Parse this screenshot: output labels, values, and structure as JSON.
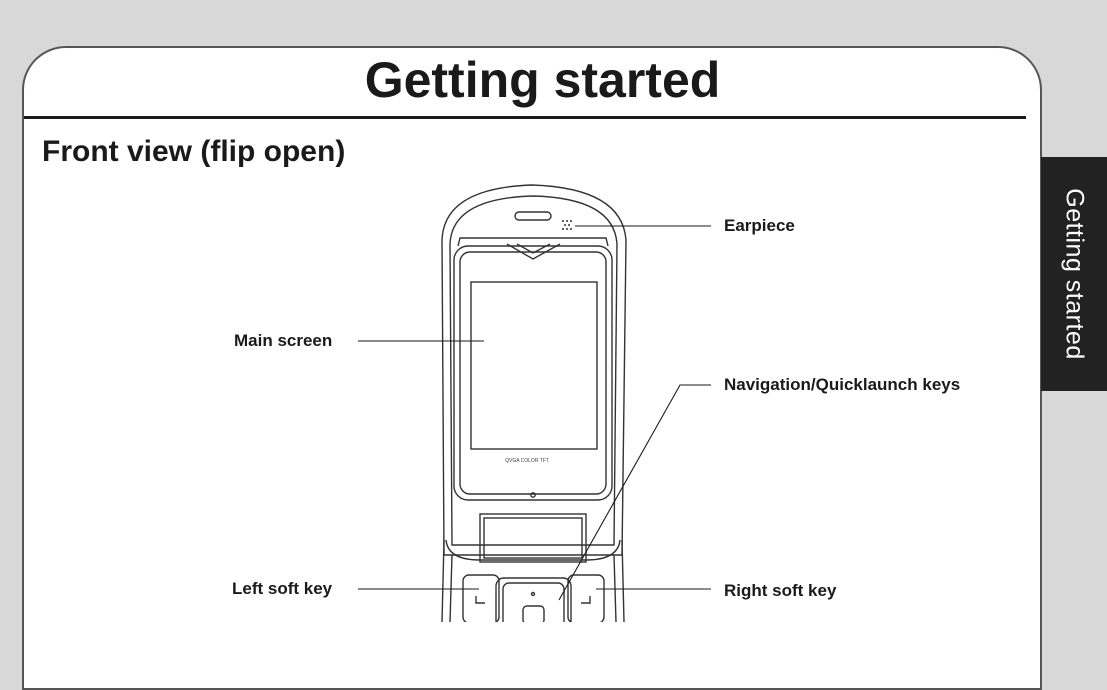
{
  "page": {
    "title": "Getting started",
    "subtitle": "Front view (flip open)",
    "side_tab": "Getting started"
  },
  "phone_screen_text": "QVGA COLOR TFT",
  "callouts": {
    "earpiece": "Earpiece",
    "main_screen": "Main screen",
    "navigation_keys": "Navigation/Quicklaunch keys",
    "left_soft_key": "Left soft key",
    "right_soft_key": "Right soft key"
  },
  "colors": {
    "background": "#d8d8d8",
    "tab": "#222222",
    "ink": "#1a1a1a"
  }
}
